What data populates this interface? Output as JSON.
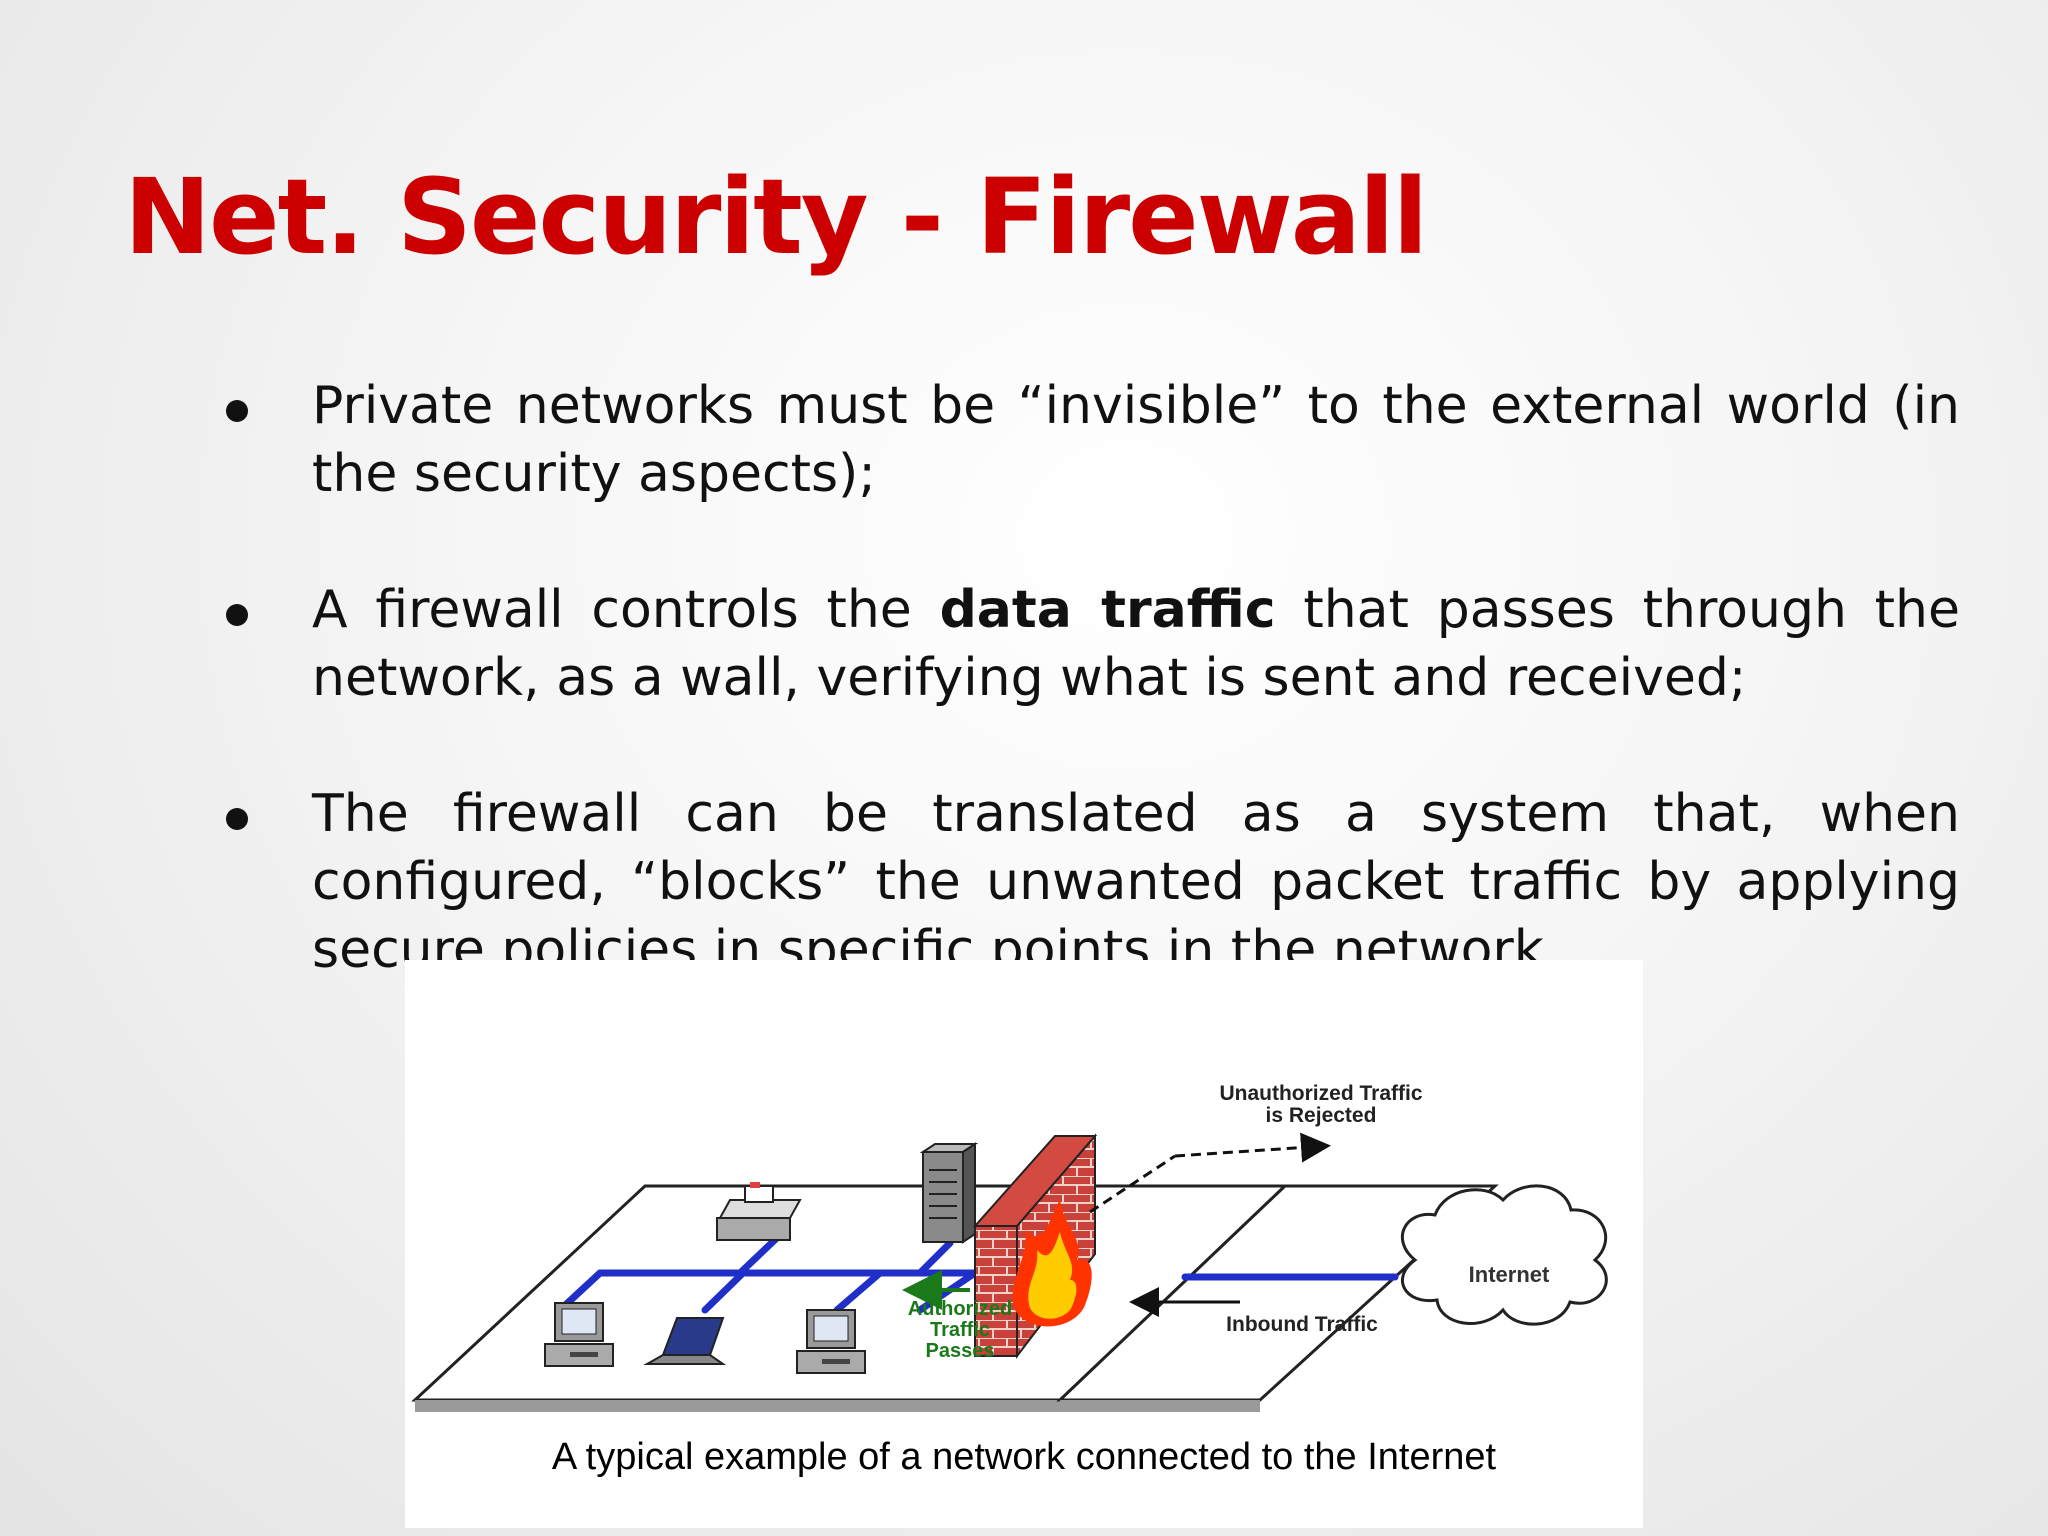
{
  "slide": {
    "title": "Net. Security - Firewall",
    "bullets": [
      {
        "before": "Private networks must be “invisible” to the external world (in the security aspects);",
        "bold": "",
        "after": ""
      },
      {
        "before": "A firewall controls the ",
        "bold": "data traffic",
        "after": " that passes through the network, as a wall, verifying what is sent and received;"
      },
      {
        "before": "The firewall can be translated as a system that, when configured, “blocks” the unwanted packet traffic by applying secure policies in specific points in the network.",
        "bold": "",
        "after": ""
      }
    ]
  },
  "figure": {
    "caption": "A typical example of a network connected to the Internet",
    "labels": {
      "unauthorized_line1": "Unauthorized Traffic",
      "unauthorized_line2": "is Rejected",
      "internet": "Internet",
      "inbound": "Inbound Traffic",
      "authorized_line1": "Authorized",
      "authorized_line2": "Traffic",
      "authorized_line3": "Passes"
    }
  },
  "colors": {
    "title": "#cc0000",
    "network_line": "#1f2fc8",
    "authorized_text": "#1a7a1a",
    "brick": "#c0392b",
    "flame_outer": "#ff3300",
    "flame_inner": "#ffcc00"
  }
}
